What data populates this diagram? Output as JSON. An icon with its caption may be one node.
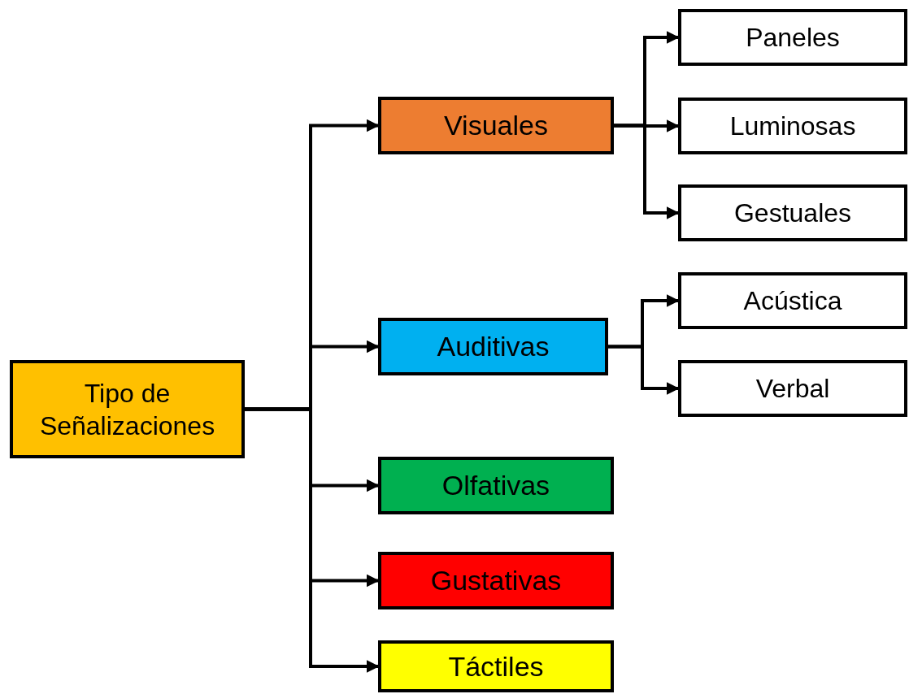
{
  "diagram": {
    "nodes": [
      {
        "text": [
          "Tipo de Señalizaciones"
        ]
      },
      {
        "text": [
          "Visuales"
        ]
      },
      {
        "text": [
          "Paneles"
        ]
      },
      {
        "text": [
          "Luminosas"
        ]
      },
      {
        "text": [
          "Gestuales"
        ]
      },
      {
        "text": [
          "Auditivas"
        ]
      },
      {
        "text": [
          "Acústica"
        ]
      },
      {
        "text": [
          "Verbal"
        ]
      },
      {
        "text": [
          "Olfativas"
        ]
      },
      {
        "text": [
          "Gustativas"
        ]
      },
      {
        "text": [
          "Táctiles"
        ]
      }
    ],
    "edges": [
      {
        "from": 0,
        "to": 1,
        "arrow": "to"
      },
      {
        "from": 1,
        "to": 2,
        "arrow": "to"
      },
      {
        "from": 1,
        "to": 3,
        "arrow": "to"
      },
      {
        "from": 1,
        "to": 4,
        "arrow": "to"
      },
      {
        "from": 0,
        "to": 5,
        "arrow": "to"
      },
      {
        "from": 5,
        "to": 6,
        "arrow": "to"
      },
      {
        "from": 5,
        "to": 7,
        "arrow": "to"
      },
      {
        "from": 0,
        "to": 8,
        "arrow": "to"
      },
      {
        "from": 0,
        "to": 9,
        "arrow": "to"
      },
      {
        "from": 0,
        "to": 10,
        "arrow": "to"
      }
    ]
  }
}
